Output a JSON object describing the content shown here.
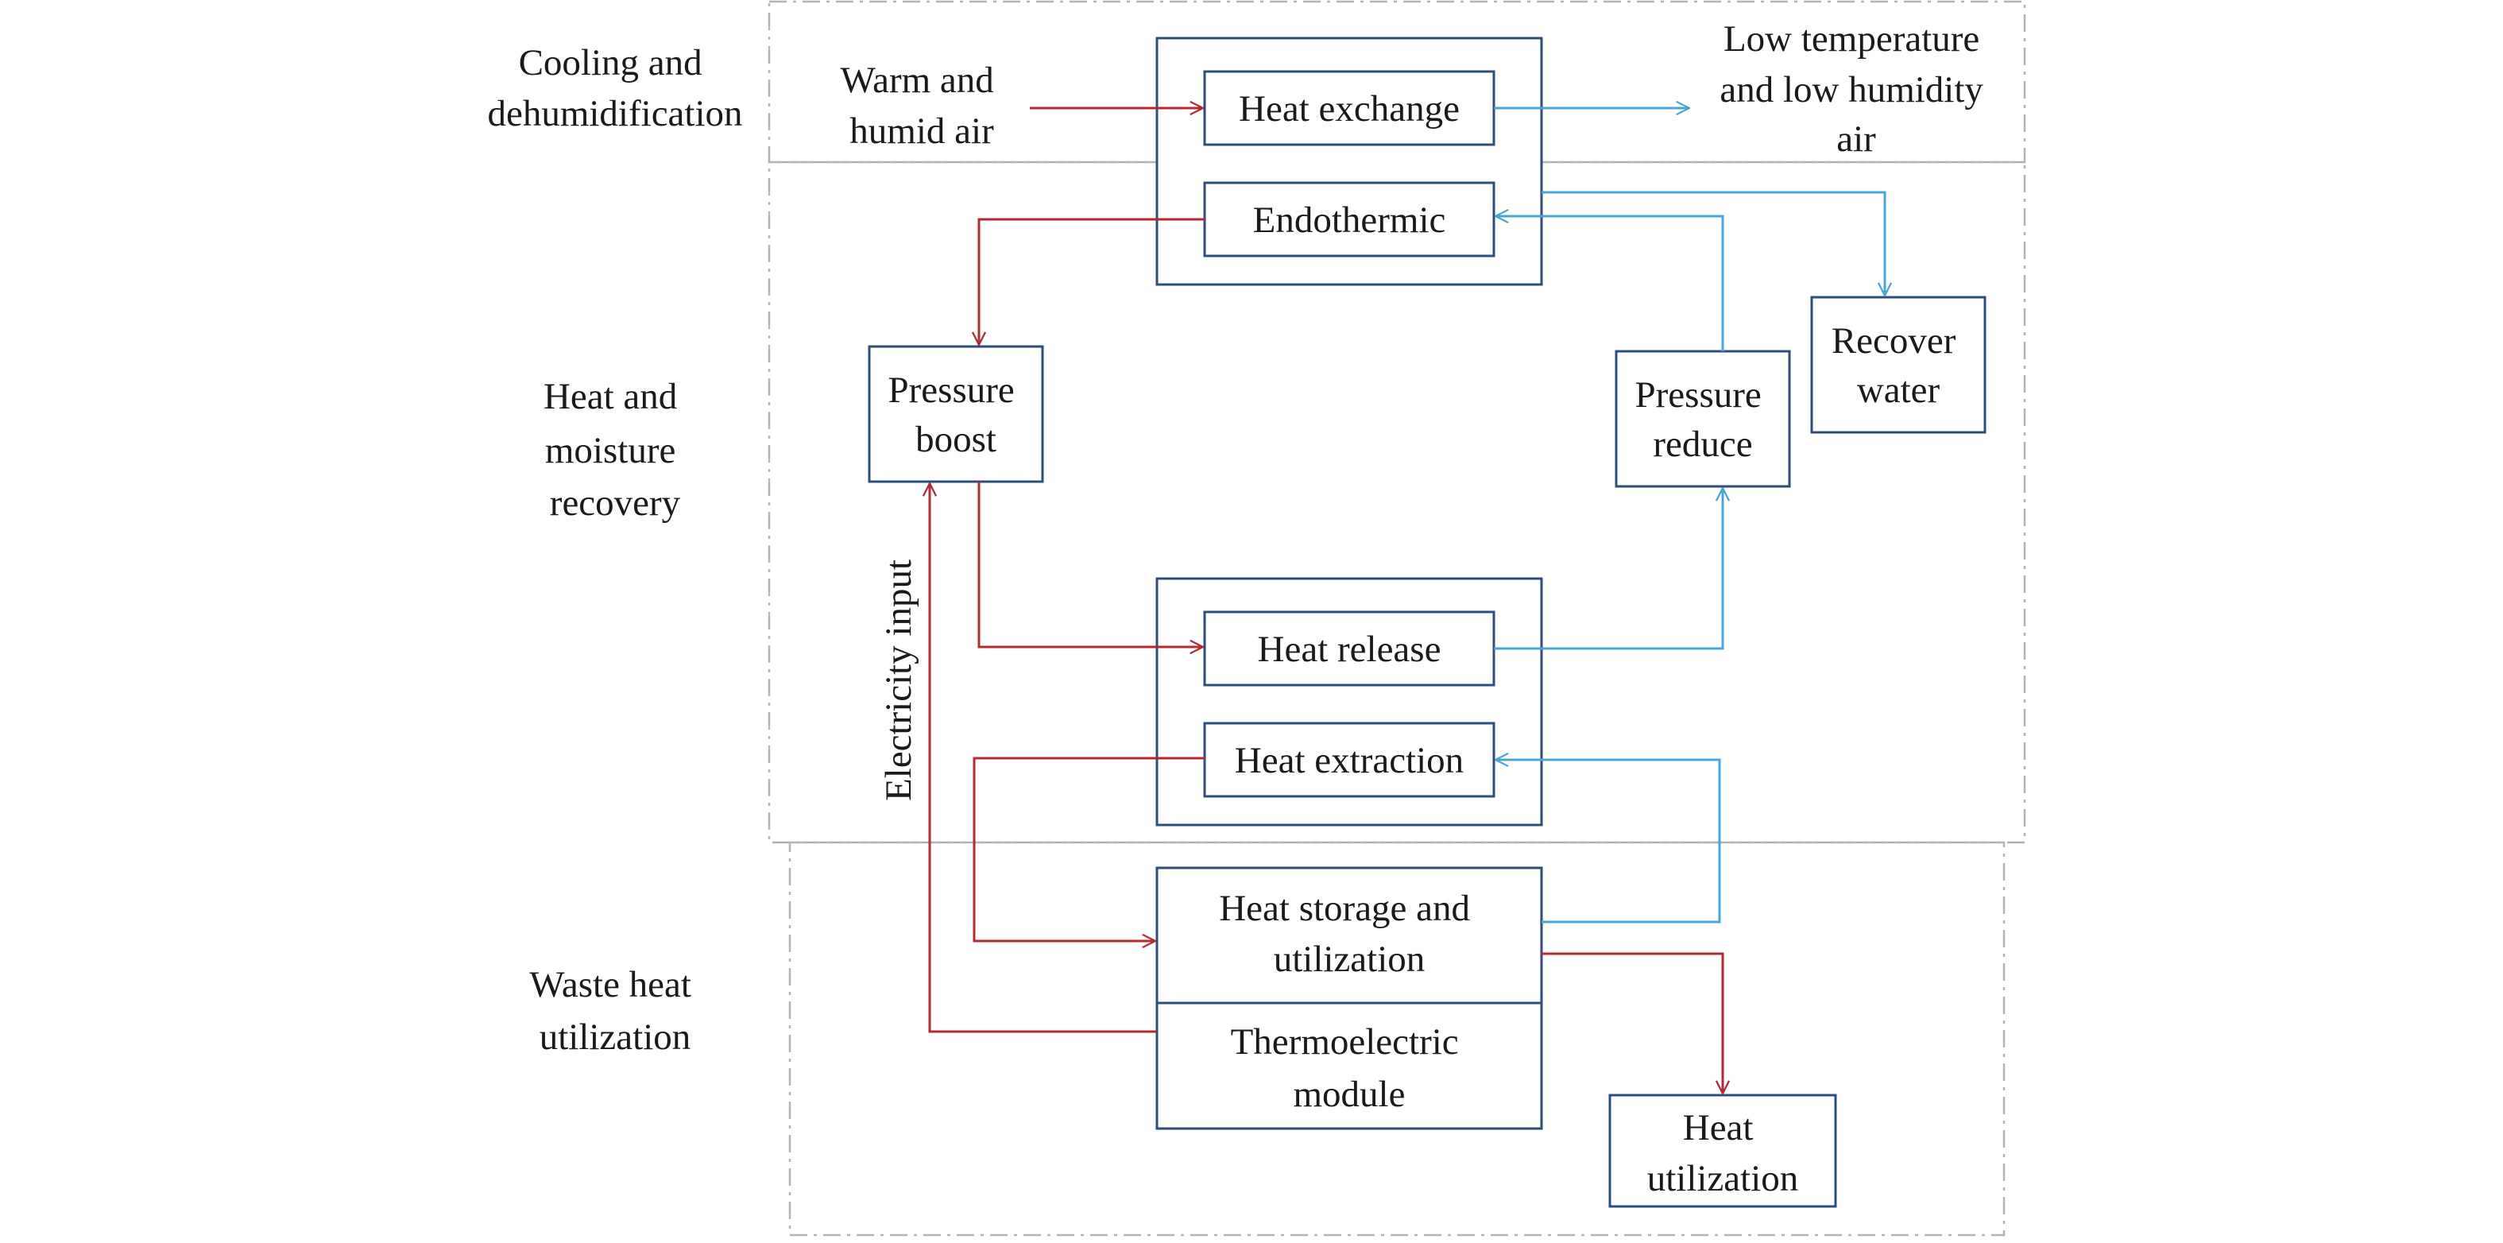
{
  "zones": {
    "cooling": [
      "Cooling and",
      "dehumidification"
    ],
    "recovery": [
      "Heat and",
      "moisture",
      "recovery"
    ],
    "waste": [
      "Waste heat",
      "utilization"
    ]
  },
  "labels": {
    "warm_air": [
      "Warm and",
      "humid air"
    ],
    "low_temp_air": [
      "Low temperature",
      "and low humidity",
      "air"
    ],
    "electricity": "Electricity input"
  },
  "nodes": {
    "heat_exchange": "Heat exchange",
    "endothermic": "Endothermic",
    "pressure_boost": [
      "Pressure",
      "boost"
    ],
    "pressure_reduce": [
      "Pressure",
      "reduce"
    ],
    "recover_water": [
      "Recover",
      "water"
    ],
    "heat_release": "Heat release",
    "heat_extraction": "Heat extraction",
    "heat_storage": [
      "Heat storage and",
      "utilization"
    ],
    "thermoelectric": [
      "Thermoelectric",
      "module"
    ],
    "heat_utilization": [
      "Heat",
      "utilization"
    ]
  },
  "colors": {
    "hot_flow": "#b22a33",
    "cold_flow": "#4ba5d6",
    "box_border": "#2e4d7b",
    "zone_border": "#b4b4b4"
  }
}
